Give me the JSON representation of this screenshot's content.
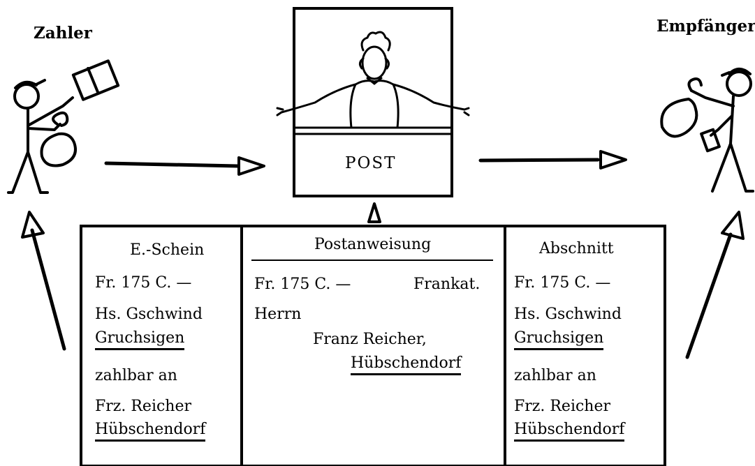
{
  "payer": {
    "label": "Zahler"
  },
  "recipient": {
    "label": "Empfänger"
  },
  "post_office": {
    "label": "POST"
  },
  "form": {
    "left": {
      "title": "E.-Schein",
      "amount": "Fr. 175 C. —",
      "sender_name": "Hs. Gschwind",
      "sender_place": "Gruchsigen",
      "payable_to": "zahlbar an",
      "recipient_name": "Frz. Reicher",
      "recipient_place": "Hübschendorf"
    },
    "center": {
      "title": "Postanweisung",
      "amount": "Fr. 175 C. —",
      "postage": "Frankat.",
      "salutation": "Herrn",
      "recipient_name": "Franz Reicher,",
      "recipient_place": "Hübschendorf"
    },
    "right": {
      "title": "Abschnitt",
      "amount": "Fr. 175 C. —",
      "sender_name": "Hs. Gschwind",
      "sender_place": "Gruchsigen",
      "payable_to": "zahlbar an",
      "recipient_name": "Frz. Reicher",
      "recipient_place": "Hübschendorf"
    }
  }
}
